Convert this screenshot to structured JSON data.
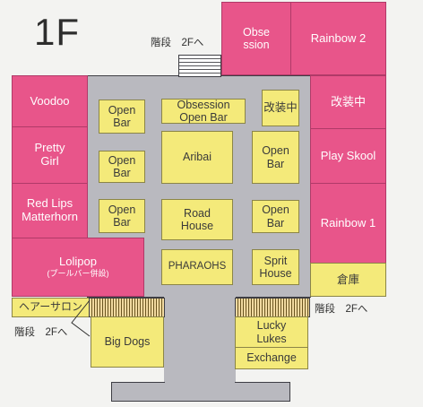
{
  "floor_title": "1F",
  "notes": {
    "stairs_top": "階段　2Fへ",
    "stairs_right": "階段　2Fへ",
    "stairs_left": "階段　2Fへ",
    "hair_salon": "ヘアーサロン"
  },
  "shops": {
    "obsession": "Obse\nssion",
    "rainbow2": "Rainbow 2",
    "voodoo": "Voodoo",
    "kaisou_right": "改装中",
    "pretty_girl": "Pretty\nGirl",
    "play_skool": "Play Skool",
    "red_lips": "Red Lips\nMatterhorn",
    "rainbow1": "Rainbow 1",
    "lolipop": "Lolipop",
    "lolipop_sub": "(プールバー併設)",
    "souko": "倉庫"
  },
  "inner": {
    "open_bar_1": "Open\nBar",
    "obsession_open_bar": "Obsession\nOpen Bar",
    "kaisou_inner": "改装中",
    "aribai": "Aribai",
    "open_bar_2": "Open\nBar",
    "open_bar_3": "Open\nBar",
    "open_bar_4": "Open\nBar",
    "road_house": "Road\nHouse",
    "open_bar_5": "Open\nBar",
    "pharaohs": "PHARAOHS",
    "sprit_house": "Sprit\nHouse",
    "big_dogs": "Big Dogs",
    "lucky_lukes": "Lucky\nLukes",
    "exchange": "Exchange"
  },
  "colors": {
    "shop": "#e8558a",
    "bar": "#f4ea7a",
    "corridor": "#b9b9bf"
  }
}
